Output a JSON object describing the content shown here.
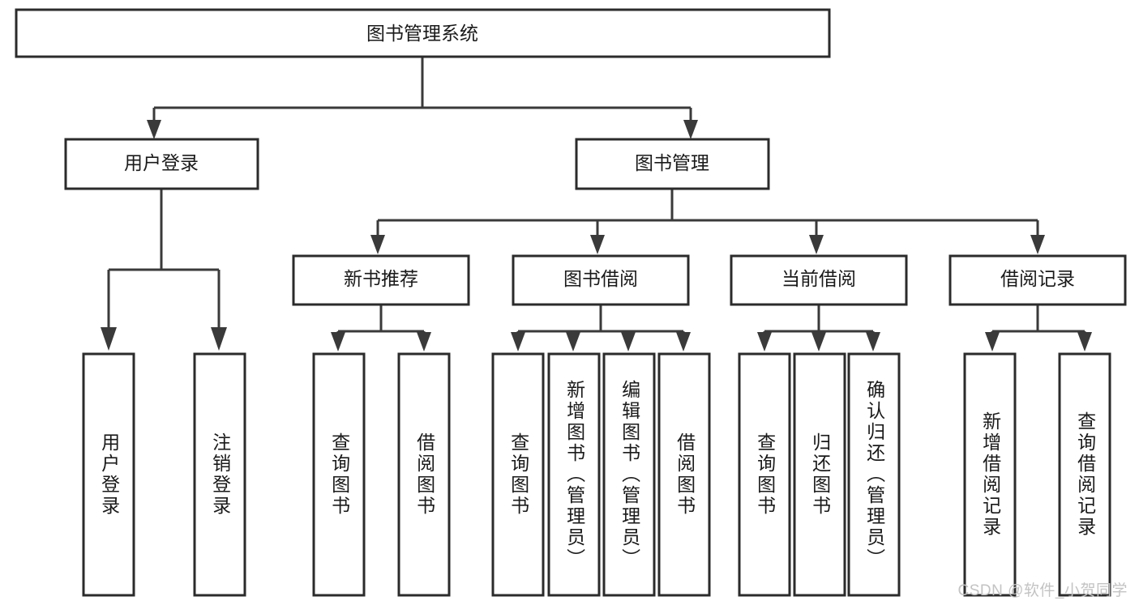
{
  "diagram": {
    "type": "tree-hierarchy-chart",
    "title": "图书管理系统",
    "orientation": "top-down",
    "box_fill": "#ffffff",
    "box_stroke": "#2b2b2b",
    "connector_color": "#3a3a3a",
    "background": "#ffffff",
    "levels": [
      {
        "level": 1,
        "nodes": [
          {
            "id": "root",
            "label": "图书管理系统",
            "text_direction": "horizontal"
          }
        ]
      },
      {
        "level": 2,
        "nodes": [
          {
            "id": "login",
            "label": "用户登录",
            "parent": "root",
            "text_direction": "horizontal"
          },
          {
            "id": "bookmgmt",
            "label": "图书管理",
            "parent": "root",
            "text_direction": "horizontal"
          }
        ]
      },
      {
        "level": 3,
        "nodes": [
          {
            "id": "newbook",
            "label": "新书推荐",
            "parent": "bookmgmt",
            "text_direction": "horizontal"
          },
          {
            "id": "borrow",
            "label": "图书借阅",
            "parent": "bookmgmt",
            "text_direction": "horizontal"
          },
          {
            "id": "current",
            "label": "当前借阅",
            "parent": "bookmgmt",
            "text_direction": "horizontal"
          },
          {
            "id": "records",
            "label": "借阅记录",
            "parent": "bookmgmt",
            "text_direction": "horizontal"
          }
        ]
      },
      {
        "level": 4,
        "nodes": [
          {
            "id": "leaf-1",
            "label": "用户登录",
            "parent": "login",
            "text_direction": "vertical"
          },
          {
            "id": "leaf-2",
            "label": "注销登录",
            "parent": "login",
            "text_direction": "vertical"
          },
          {
            "id": "leaf-3",
            "label": "查询图书",
            "parent": "newbook",
            "text_direction": "vertical"
          },
          {
            "id": "leaf-4",
            "label": "借阅图书",
            "parent": "newbook",
            "text_direction": "vertical"
          },
          {
            "id": "leaf-5",
            "label": "查询图书",
            "parent": "borrow",
            "text_direction": "vertical"
          },
          {
            "id": "leaf-6",
            "label": "新增图书（管理员）",
            "parent": "borrow",
            "text_direction": "vertical"
          },
          {
            "id": "leaf-7",
            "label": "编辑图书（管理员）",
            "parent": "borrow",
            "text_direction": "vertical"
          },
          {
            "id": "leaf-8",
            "label": "借阅图书",
            "parent": "borrow",
            "text_direction": "vertical"
          },
          {
            "id": "leaf-9",
            "label": "查询图书",
            "parent": "current",
            "text_direction": "vertical"
          },
          {
            "id": "leaf-10",
            "label": "归还图书",
            "parent": "current",
            "text_direction": "vertical"
          },
          {
            "id": "leaf-11",
            "label": "确认归还（管理员）",
            "parent": "current",
            "text_direction": "vertical"
          },
          {
            "id": "leaf-12",
            "label": "新增借阅记录",
            "parent": "records",
            "text_direction": "vertical"
          },
          {
            "id": "leaf-13",
            "label": "查询借阅记录",
            "parent": "records",
            "text_direction": "vertical"
          }
        ]
      }
    ]
  },
  "watermark": {
    "text": "CSDN @软件_小贺同学"
  }
}
